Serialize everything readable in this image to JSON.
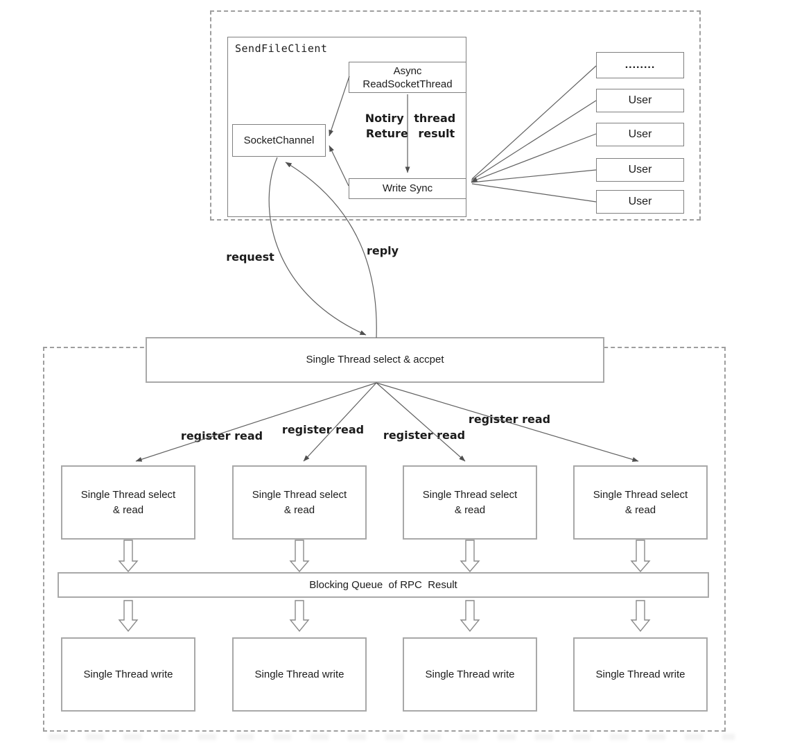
{
  "diagram": {
    "client_group": {
      "title": "SendFileClient",
      "async_thread_box": {
        "line1": "Async",
        "line2": "ReadSocketThread"
      },
      "socket_channel_box": "SocketChannel",
      "write_sync_box": "Write Sync",
      "notify_note": {
        "line1": "Notiry thread",
        "line2": "Reture result"
      }
    },
    "users": {
      "ellipsis_box": "........",
      "user_boxes": [
        "User",
        "User",
        "User",
        "User"
      ]
    },
    "flow_labels": {
      "request": "request",
      "reply": "reply",
      "register_reads": [
        "register read",
        "register read",
        "register read",
        "register read"
      ]
    },
    "server_group": {
      "acceptor_box": "Single Thread select & accpet",
      "read_boxes": [
        {
          "line1": "Single Thread select",
          "line2": "& read"
        },
        {
          "line1": "Single Thread select",
          "line2": "& read"
        },
        {
          "line1": "Single Thread select",
          "line2": "& read"
        },
        {
          "line1": "Single Thread select",
          "line2": "& read"
        }
      ],
      "queue_bar": "Blocking Queue  of RPC  Result",
      "write_boxes": [
        "Single Thread write",
        "Single Thread write",
        "Single Thread write",
        "Single Thread write"
      ]
    },
    "colors": {
      "background": "#ffffff",
      "arrow_line": "#606060",
      "thin_box_border": "#7f7f7f",
      "thick_box_border": "#a8a8a8",
      "dashed_border": "#9e9e9e",
      "text": "#1b1b1b"
    }
  }
}
